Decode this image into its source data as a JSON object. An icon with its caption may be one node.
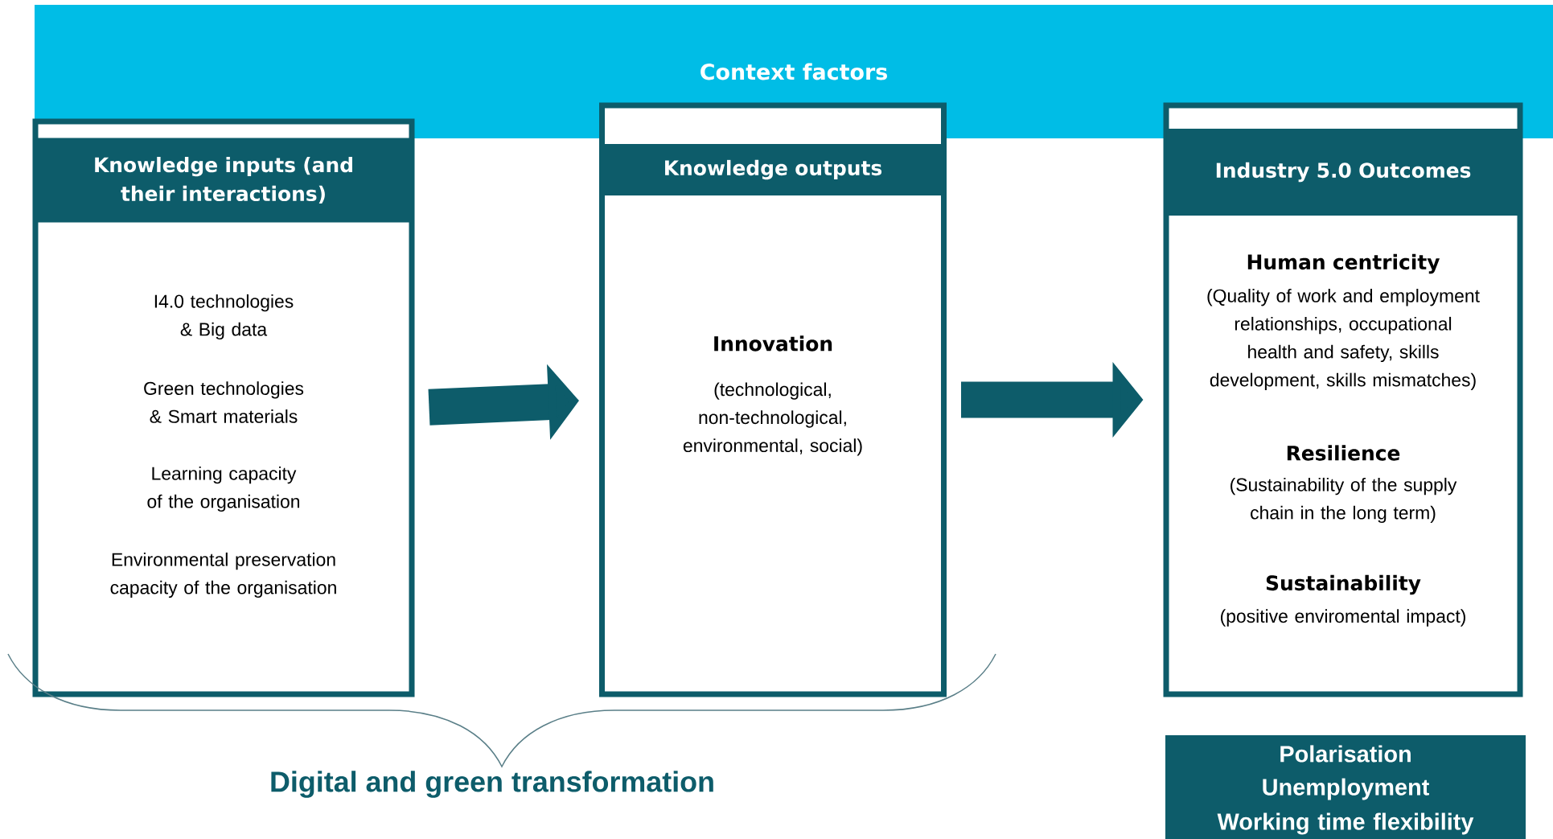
{
  "diagram": {
    "nodes": [
      {
        "text": [
          "Context factors"
        ]
      },
      {
        "text": [
          "Knowledge inputs (and their interactions)",
          "I4.0 technologies & Big data",
          "Green technologies & Smart materials",
          "Learning capacity of the organisation",
          "Environmental preservation capacity of the organisation"
        ]
      },
      {
        "text": [
          "Knowledge outputs",
          "Innovation",
          "(technological, non-technological, environmental, social)"
        ]
      },
      {
        "text": [
          "Industry 5.0 Outcomes",
          "Human centricity",
          "(Quality of work and employment relationships, occupational health and safety, skills development, skills mismatches)",
          "Resilience",
          "(Sustainability of the supply chain in the long term)",
          "Sustainability",
          "(positive enviromental impact)"
        ]
      },
      {
        "text": [
          "Polarisation",
          "Unemployment",
          "Working time flexibility"
        ]
      }
    ],
    "edges": [
      {
        "from": 1,
        "to": 2,
        "arrow": "to"
      },
      {
        "from": 2,
        "to": 3,
        "arrow": "to"
      }
    ],
    "labels": [
      "Digital and green transformation"
    ]
  }
}
